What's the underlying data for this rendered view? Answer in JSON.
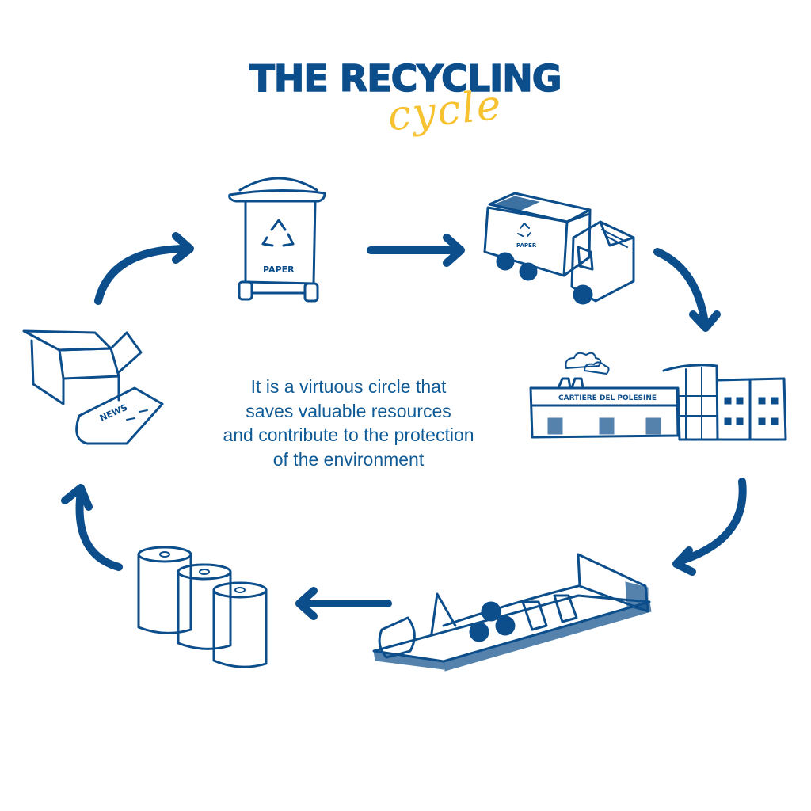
{
  "header": {
    "title": "THE RECYCLING",
    "subtitle": "cycle"
  },
  "description": {
    "lines": [
      "It is a virtuous circle that",
      "saves valuable resources",
      "and contribute to the protection",
      "of the environment"
    ]
  },
  "colors": {
    "primary_blue": "#0c4e8b",
    "accent_yellow": "#f6c230",
    "text_blue": "#105b96",
    "background": "#ffffff"
  },
  "steps": [
    {
      "name": "paper-bin",
      "icon": "recycling-bin-icon",
      "label": "PAPER"
    },
    {
      "name": "garbage-truck",
      "icon": "truck-icon",
      "label": "PAPER"
    },
    {
      "name": "paper-mill",
      "icon": "factory-icon",
      "label": "CARTIERE DEL POLESINE"
    },
    {
      "name": "paper-machine",
      "icon": "paper-machine-icon",
      "label": ""
    },
    {
      "name": "paper-rolls",
      "icon": "paper-rolls-icon",
      "label": ""
    },
    {
      "name": "box-and-newspaper",
      "icon": "box-newspaper-icon",
      "label": "NEWS"
    }
  ]
}
